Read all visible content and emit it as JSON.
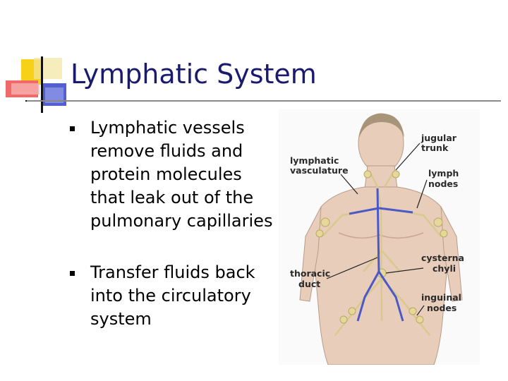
{
  "slide": {
    "title": "Lymphatic System",
    "bullets": [
      "Lymphatic vessels remove fluids and protein molecules that leak out of the pulmonary capillaries",
      "Transfer fluids back into the circulatory system"
    ]
  },
  "figure": {
    "labels": {
      "jugular": [
        "jugular",
        "trunk"
      ],
      "vasculature": [
        "lymphatic",
        "vasculature"
      ],
      "lymph_nodes": [
        "lymph",
        "nodes"
      ],
      "cisterna": [
        "cysterna",
        "chyli"
      ],
      "thoracic": [
        "thoracic",
        "duct"
      ],
      "inguinal": [
        "inguinal",
        "nodes"
      ]
    }
  },
  "colors": {
    "title": "#1a1a6e",
    "logo_yellow": "#f7d117",
    "logo_red": "#f06a6a",
    "logo_blue": "#5560d0",
    "skin": "#e8cdbb",
    "vessel_blue": "#4a58c8",
    "lymph_yellow": "#d8c98c"
  }
}
